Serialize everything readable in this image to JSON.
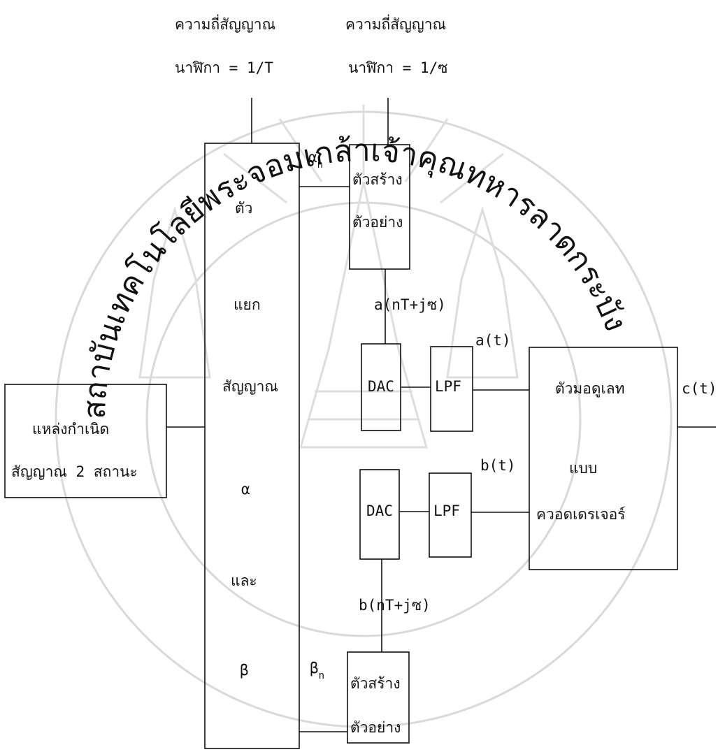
{
  "clock_labels": {
    "symbol_clock": {
      "line1": "ความถี่สัญญาณ",
      "line2": "นาฬิกา = 1/T"
    },
    "sample_clock": {
      "line1": "ความถี่สัญญาณ",
      "line2": "นาฬิกา = 1/ซ"
    }
  },
  "blocks": {
    "source": {
      "line1": "แหล่งกำเนิด",
      "line2": "สัญญาณ 2 สถานะ"
    },
    "splitter": {
      "line1": "ตัว",
      "line2": "แยก",
      "line3": "สัญญาณ",
      "line4": "α",
      "line5": "และ",
      "line6": "β"
    },
    "sample_gen_top": {
      "line1": "ตัวสร้าง",
      "line2": "ตัวอย่าง"
    },
    "sample_gen_bottom": {
      "line1": "ตัวสร้าง",
      "line2": "ตัวอย่าง"
    },
    "dac_top": "DAC",
    "dac_bottom": "DAC",
    "lpf_top": "LPF",
    "lpf_bottom": "LPF",
    "modulator": {
      "line1": "ตัวมอดูเลท",
      "line2": "แบบ",
      "line3": "ควอดเดรเจอร์"
    }
  },
  "signals": {
    "alpha_n": {
      "symbol": "α",
      "subscript": "n"
    },
    "beta_n": {
      "symbol": "β",
      "subscript": "n"
    },
    "a_samples": "a(nT+jซ)",
    "b_samples": "b(nT+jซ)",
    "a_t": "a(t)",
    "b_t": "b(t)",
    "c_t": "c(t)"
  },
  "watermark": {
    "text": "สถาบันเทคโนโลยีพระจอมเกล้าเจ้าคุณทหารลาดกระบัง"
  }
}
